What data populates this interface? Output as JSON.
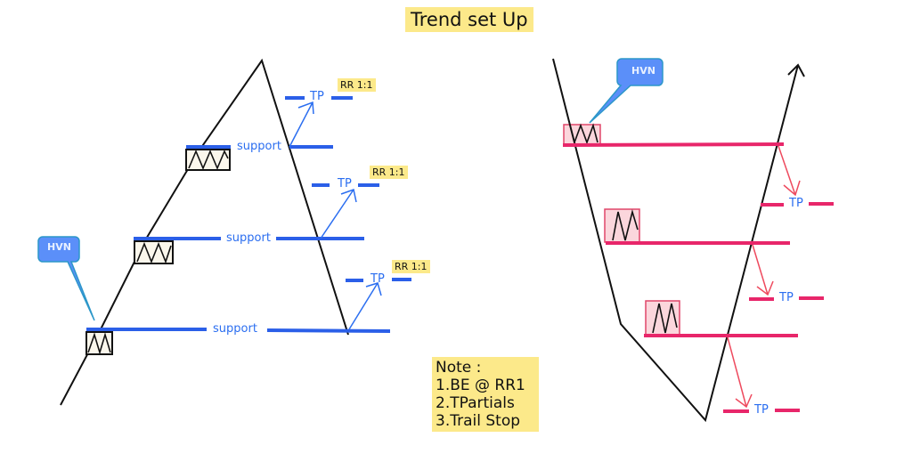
{
  "title": "Trend set Up",
  "note": {
    "heading": "Note :",
    "items": [
      "1.BE @ RR1",
      "2.TPartials",
      "3.Trail Stop"
    ]
  },
  "uptrend": {
    "hvn_label": "HVN",
    "support_labels": [
      "support",
      "support",
      "support"
    ],
    "tp_labels": [
      "TP",
      "TP",
      "TP"
    ],
    "rr_labels": [
      "RR 1:1",
      "RR 1:1",
      "RR 1:1"
    ]
  },
  "downtrend": {
    "hvn_label": "HVN",
    "tp_labels": [
      "TP",
      "TP",
      "TP"
    ]
  },
  "colors": {
    "support_line": "#2b5fe8",
    "resistance_line": "#e8266a",
    "highlight": "#fce98a",
    "callout": "#5b8ff9",
    "arrow_down": "#ee4a5e"
  }
}
